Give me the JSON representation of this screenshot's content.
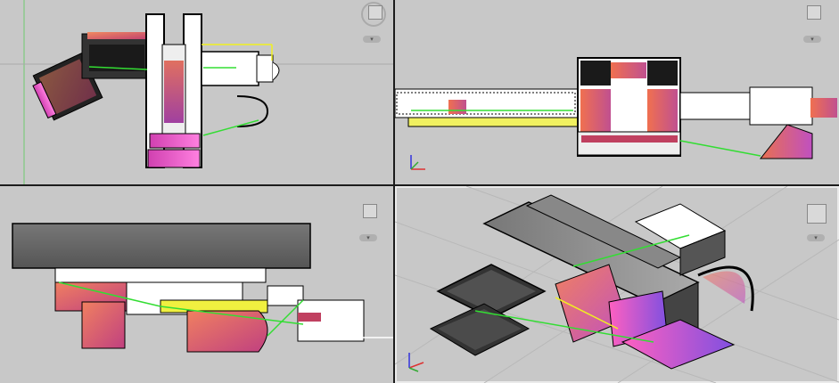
{
  "viewports": [
    {
      "id": "top-left",
      "name": "viewport-top",
      "cube_label": "",
      "menu_glyph": "▾"
    },
    {
      "id": "top-right",
      "name": "viewport-front",
      "cube_label": "",
      "menu_glyph": "▾"
    },
    {
      "id": "bottom-left",
      "name": "viewport-left",
      "cube_label": "",
      "menu_glyph": "▾"
    },
    {
      "id": "bottom-right",
      "name": "viewport-iso",
      "cube_label": "",
      "menu_glyph": "▾"
    }
  ],
  "colors": {
    "background": "#c8c8c8",
    "divider": "#1c1c1c",
    "grid": "#bdbdbd",
    "line_black": "#000000",
    "accent_green": "#33dd33",
    "accent_yellow": "#f0f020",
    "salmon": "#e8735a",
    "magenta": "#d050c8",
    "dark_gray": "#555555",
    "mid_gray": "#888888"
  }
}
